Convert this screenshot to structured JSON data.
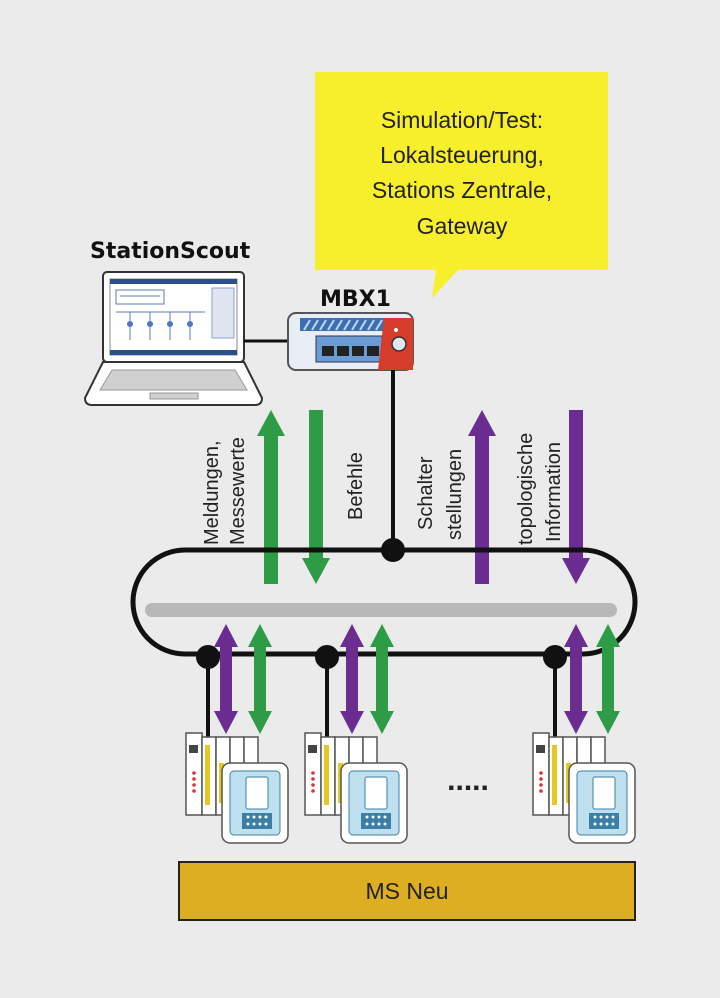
{
  "callout": {
    "lines": [
      "Simulation/Test:",
      "Lokalsteuerung,",
      "Stations Zentrale,",
      "Gateway"
    ],
    "color": "#f7ef2c"
  },
  "laptop": {
    "title": "StationScout"
  },
  "device": {
    "title": "MBX1"
  },
  "signals": {
    "meldungen_1": "Meldungen,",
    "meldungen_2": "Messewerte",
    "befehle": "Befehle",
    "schalter_1": "Schalter",
    "schalter_2": "stellungen",
    "topo_1": "topologische",
    "topo_2": "Information"
  },
  "ellipsis": ".....",
  "bottom_bar": {
    "label": "MS Neu",
    "color": "#deae22"
  },
  "colors": {
    "green": "#2e9b47",
    "purple": "#6b2d92",
    "bus": "#b8b8b8",
    "ring": "#111111"
  }
}
